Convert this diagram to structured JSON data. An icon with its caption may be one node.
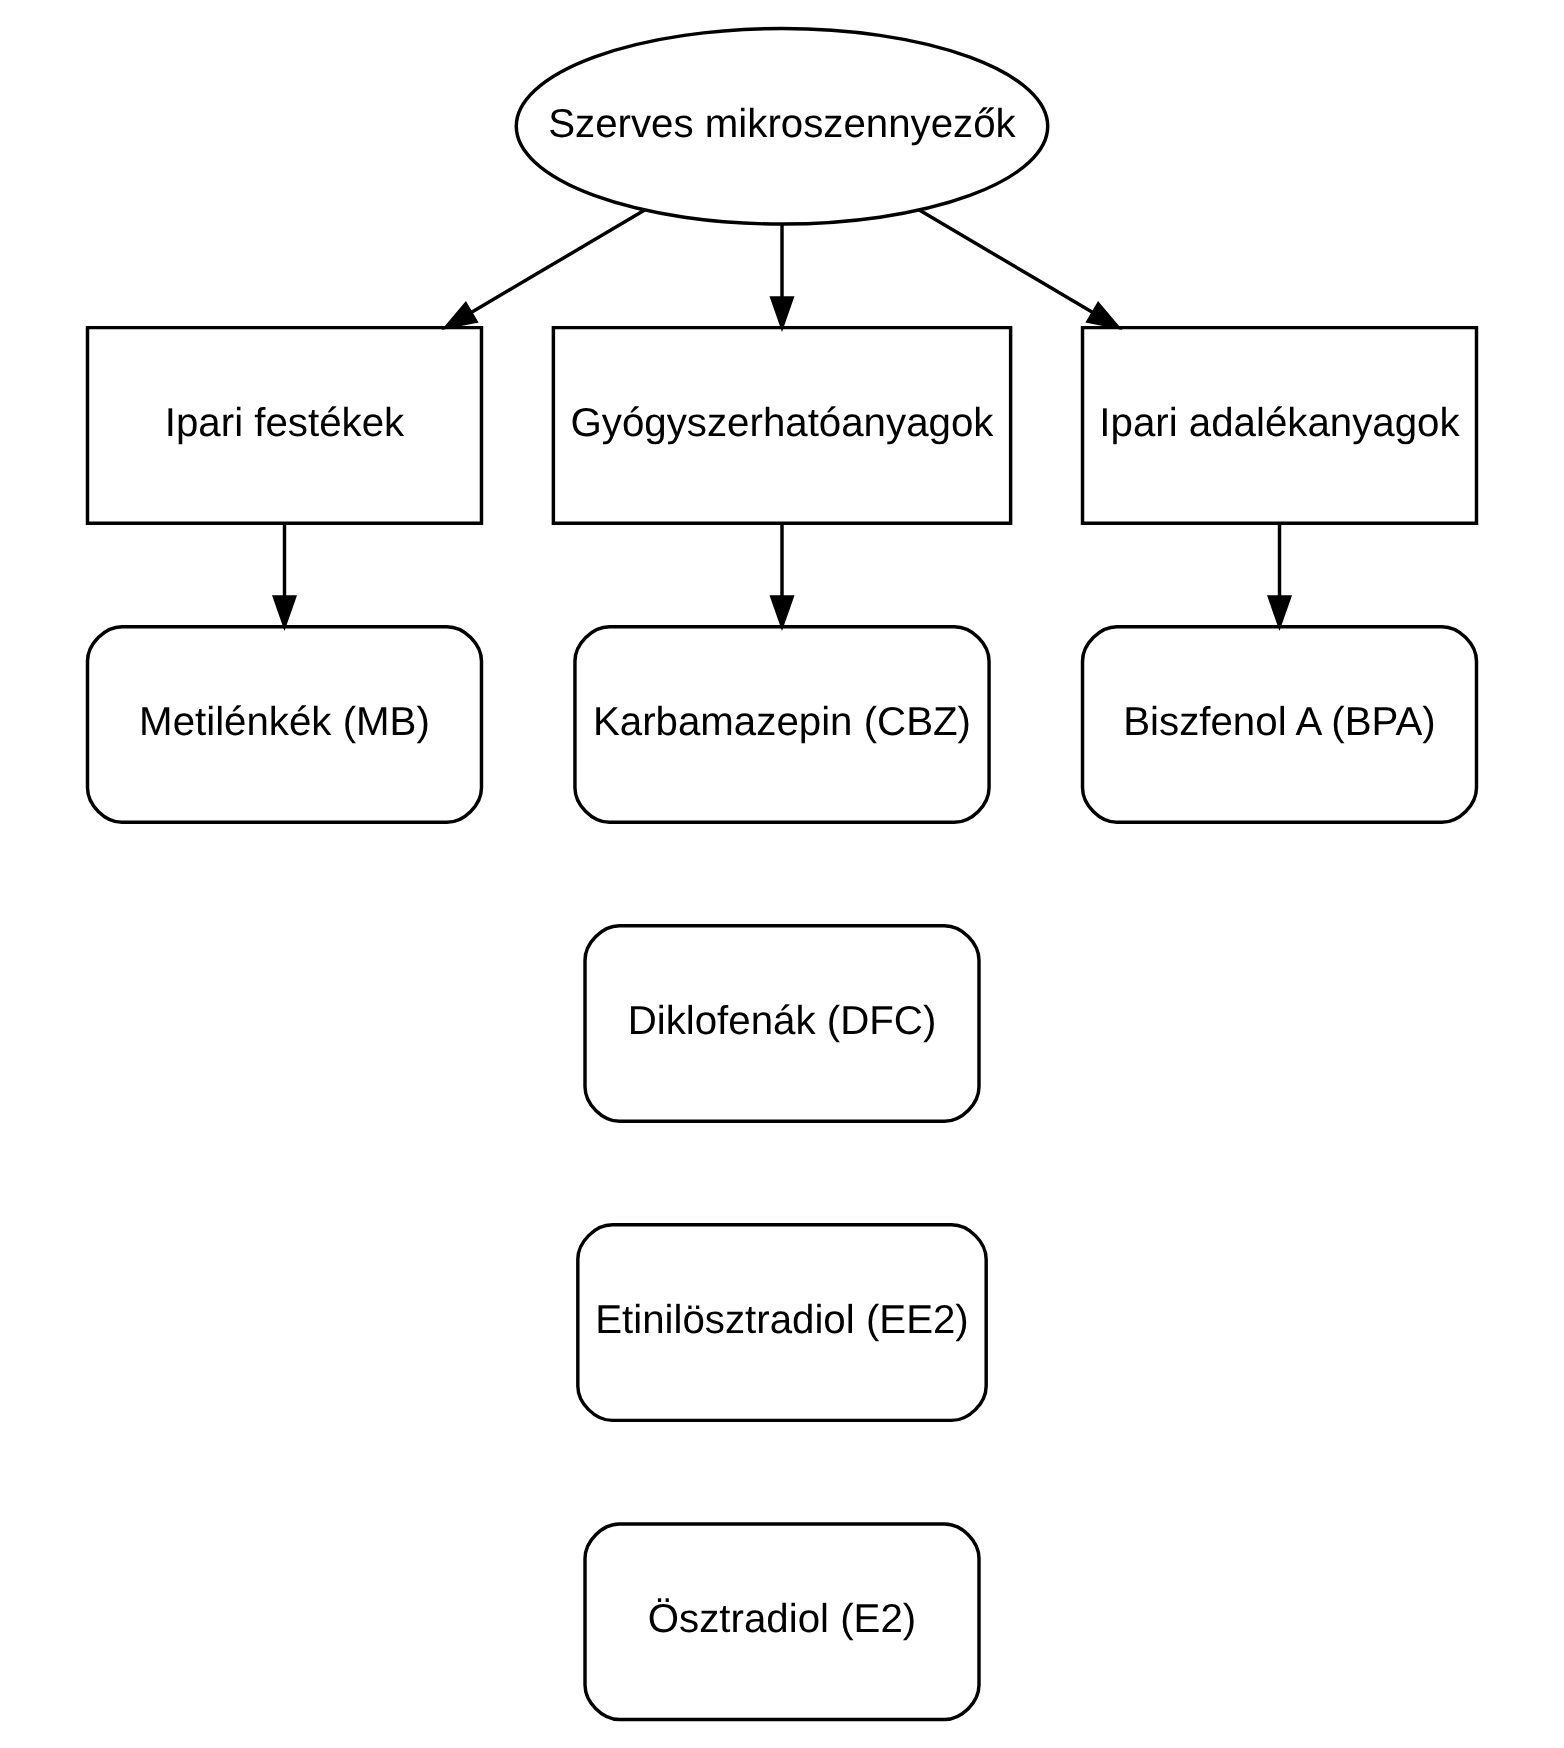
{
  "diagram": {
    "nodes": [
      {
        "text": [
          "Szerves mikroszennyezők"
        ]
      },
      {
        "text": [
          "Ipari festékek"
        ]
      },
      {
        "text": [
          "Gyógyszerhatóanyagok"
        ]
      },
      {
        "text": [
          "Ipari adalékanyagok"
        ]
      },
      {
        "text": [
          "Metilénkék (MB)"
        ]
      },
      {
        "text": [
          "Karbamazepin (CBZ)"
        ]
      },
      {
        "text": [
          "Diklofenák (DFC)"
        ]
      },
      {
        "text": [
          "Etinilösztradiol (EE2)"
        ]
      },
      {
        "text": [
          "Ösztradiol (E2)"
        ]
      },
      {
        "text": [
          "Biszfenol A (BPA)"
        ]
      }
    ],
    "edges": [
      {
        "from": 0,
        "to": 1,
        "arrow": "to"
      },
      {
        "from": 0,
        "to": 2,
        "arrow": "to"
      },
      {
        "from": 0,
        "to": 3,
        "arrow": "to"
      },
      {
        "from": 1,
        "to": 4,
        "arrow": "to"
      },
      {
        "from": 2,
        "to": 5,
        "arrow": "to"
      },
      {
        "from": 3,
        "to": 9,
        "arrow": "to"
      }
    ]
  }
}
